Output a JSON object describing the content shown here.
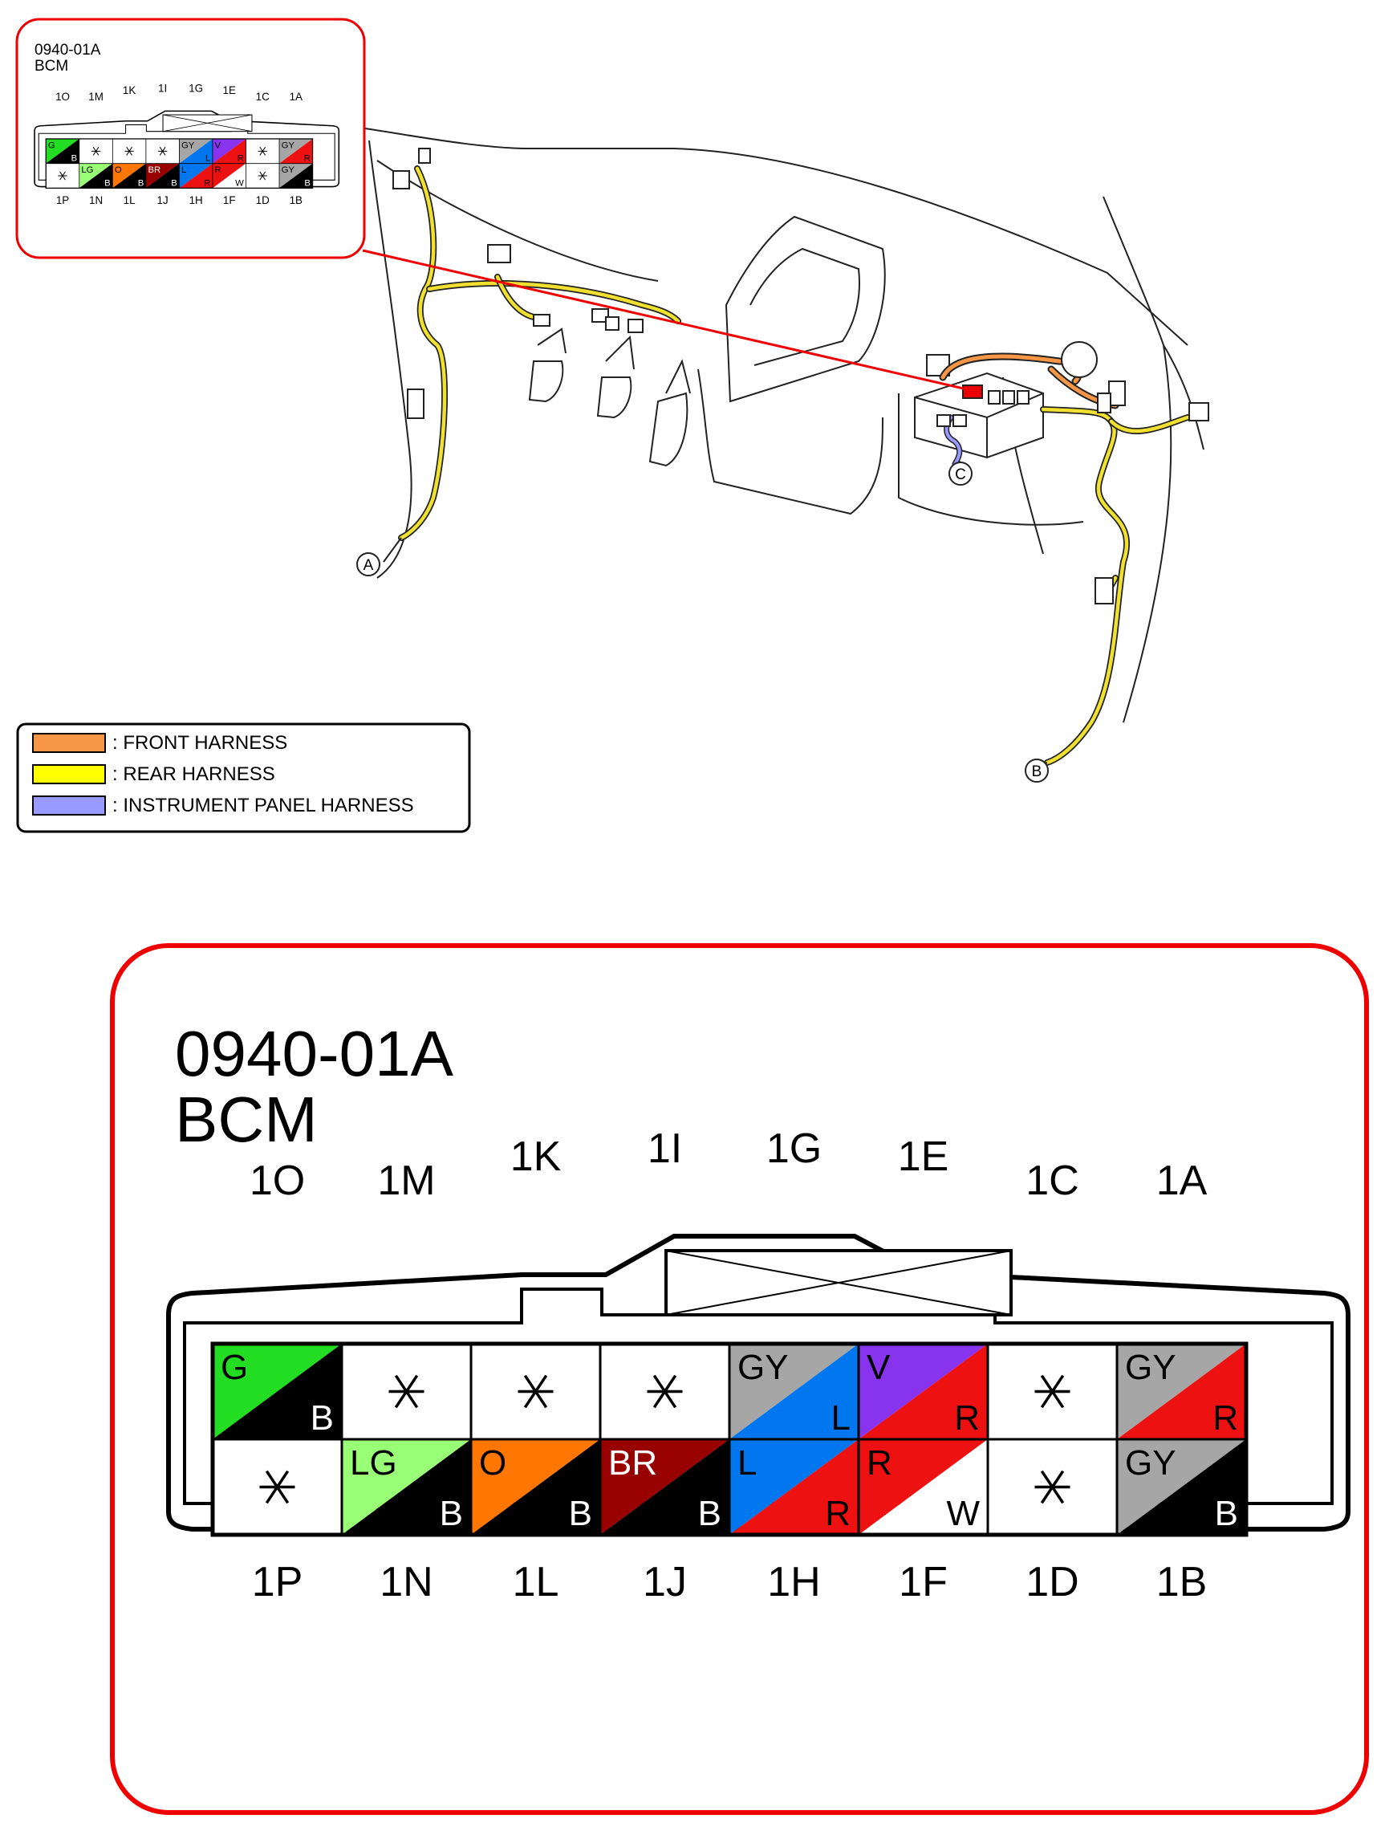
{
  "connector": {
    "code": "0940-01A",
    "name": "BCM",
    "top_labels_row": [
      "1O",
      "1M",
      "1K",
      "1I",
      "1G",
      "1E",
      "1C",
      "1A"
    ],
    "bottom_labels_row": [
      "1P",
      "1N",
      "1L",
      "1J",
      "1H",
      "1F",
      "1D",
      "1B"
    ],
    "pins_top": [
      {
        "pin": "1O",
        "c1": "G",
        "c2": "B"
      },
      {
        "pin": "1M",
        "c1": "*",
        "c2": ""
      },
      {
        "pin": "1K",
        "c1": "*",
        "c2": ""
      },
      {
        "pin": "1I",
        "c1": "*",
        "c2": ""
      },
      {
        "pin": "1G",
        "c1": "GY",
        "c2": "L"
      },
      {
        "pin": "1E",
        "c1": "V",
        "c2": "R"
      },
      {
        "pin": "1C",
        "c1": "*",
        "c2": ""
      },
      {
        "pin": "1A",
        "c1": "GY",
        "c2": "R"
      }
    ],
    "pins_bottom": [
      {
        "pin": "1P",
        "c1": "*",
        "c2": ""
      },
      {
        "pin": "1N",
        "c1": "LG",
        "c2": "B"
      },
      {
        "pin": "1L",
        "c1": "O",
        "c2": "B"
      },
      {
        "pin": "1J",
        "c1": "BR",
        "c2": "B"
      },
      {
        "pin": "1H",
        "c1": "L",
        "c2": "R"
      },
      {
        "pin": "1F",
        "c1": "R",
        "c2": "W"
      },
      {
        "pin": "1D",
        "c1": "*",
        "c2": ""
      },
      {
        "pin": "1B",
        "c1": "GY",
        "c2": "B"
      }
    ]
  },
  "wire_colors": {
    "G": "#22dd22",
    "B": "#000000",
    "GY": "#a6a6a6",
    "L": "#0077ee",
    "V": "#8833ee",
    "R": "#ee1111",
    "LG": "#99ff77",
    "O": "#ff7700",
    "BR": "#990000",
    "W": "#ffffff"
  },
  "callouts": [
    "A",
    "B",
    "C"
  ],
  "legend": [
    {
      "color": "#f79646",
      "label": ": FRONT HARNESS"
    },
    {
      "color": "#ffff00",
      "label": ": REAR HARNESS"
    },
    {
      "color": "#9999ff",
      "label": ": INSTRUMENT PANEL HARNESS"
    }
  ],
  "colors": {
    "frame_red": "#ee1111",
    "front": "#f79646",
    "rear": "#f0e030",
    "ip": "#9999ff"
  }
}
